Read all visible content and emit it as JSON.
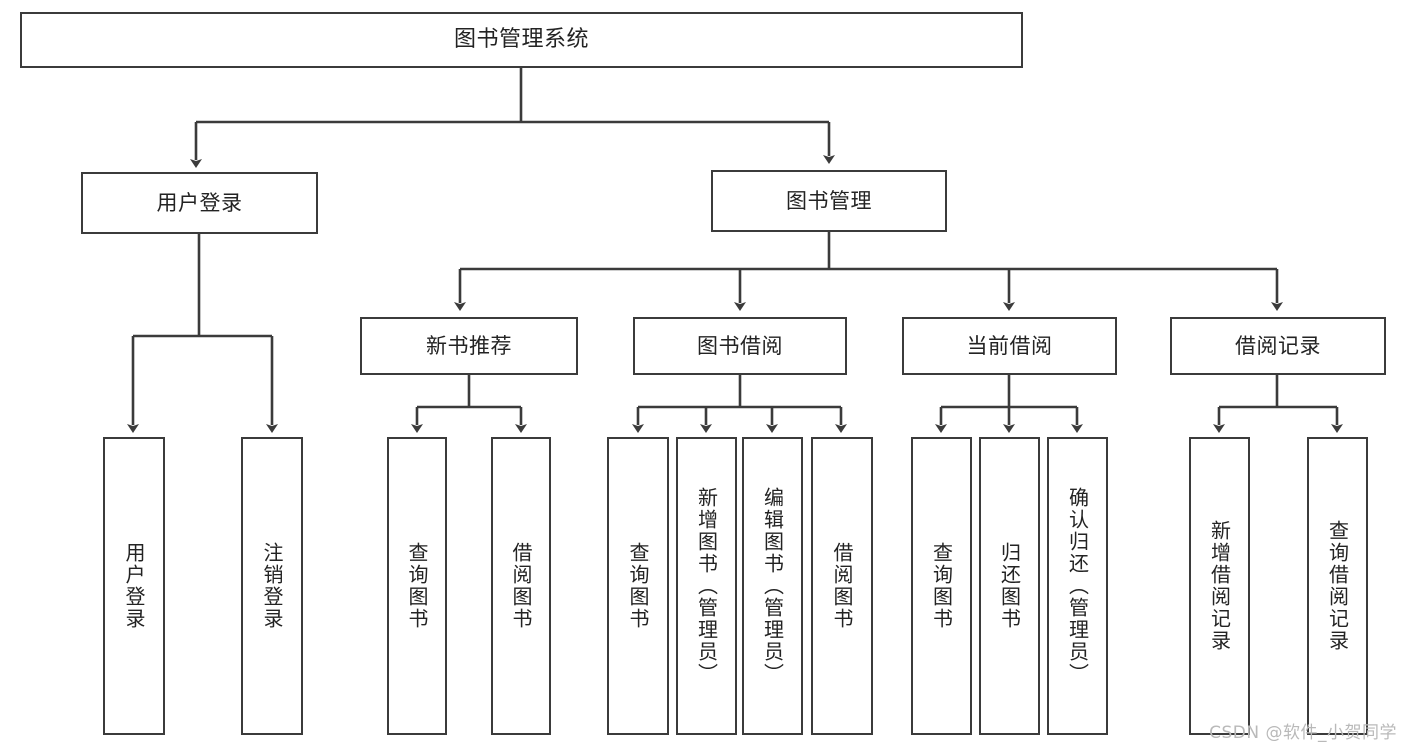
{
  "diagram": {
    "title": "图书管理系统",
    "type": "tree",
    "watermark": "CSDN @软件_小贺同学",
    "colors": {
      "background": "#ffffff",
      "box_border": "#3b3b3b",
      "box_fill": "#ffffff",
      "text": "#232323",
      "connector": "#3b3b3b",
      "watermark": "#b9b9b9"
    },
    "nodes": {
      "root": {
        "label": "图书管理系统"
      },
      "level2": [
        {
          "id": "user-login",
          "label": "用户登录"
        },
        {
          "id": "book-manage",
          "label": "图书管理"
        }
      ],
      "level3": [
        {
          "id": "new-book-recommend",
          "label": "新书推荐"
        },
        {
          "id": "book-borrow",
          "label": "图书借阅"
        },
        {
          "id": "current-borrow",
          "label": "当前借阅"
        },
        {
          "id": "borrow-record",
          "label": "借阅记录"
        }
      ],
      "leaves": {
        "user-login": [
          {
            "id": "leaf-user-login",
            "label": "用户登录"
          },
          {
            "id": "leaf-logout-login",
            "label": "注销登录"
          }
        ],
        "new-book-recommend": [
          {
            "id": "leaf-query-book-1",
            "label": "查询图书"
          },
          {
            "id": "leaf-borrow-book-1",
            "label": "借阅图书"
          }
        ],
        "book-borrow": [
          {
            "id": "leaf-query-book-2",
            "label": "查询图书"
          },
          {
            "id": "leaf-add-book",
            "label": "新增图书（管理员）"
          },
          {
            "id": "leaf-edit-book",
            "label": "编辑图书（管理员）"
          },
          {
            "id": "leaf-borrow-book-2",
            "label": "借阅图书"
          }
        ],
        "current-borrow": [
          {
            "id": "leaf-query-book-3",
            "label": "查询图书"
          },
          {
            "id": "leaf-return-book",
            "label": "归还图书"
          },
          {
            "id": "leaf-confirm-return",
            "label": "确认归还（管理员）"
          }
        ],
        "borrow-record": [
          {
            "id": "leaf-add-record",
            "label": "新增借阅记录"
          },
          {
            "id": "leaf-query-record",
            "label": "查询借阅记录"
          }
        ]
      }
    }
  }
}
